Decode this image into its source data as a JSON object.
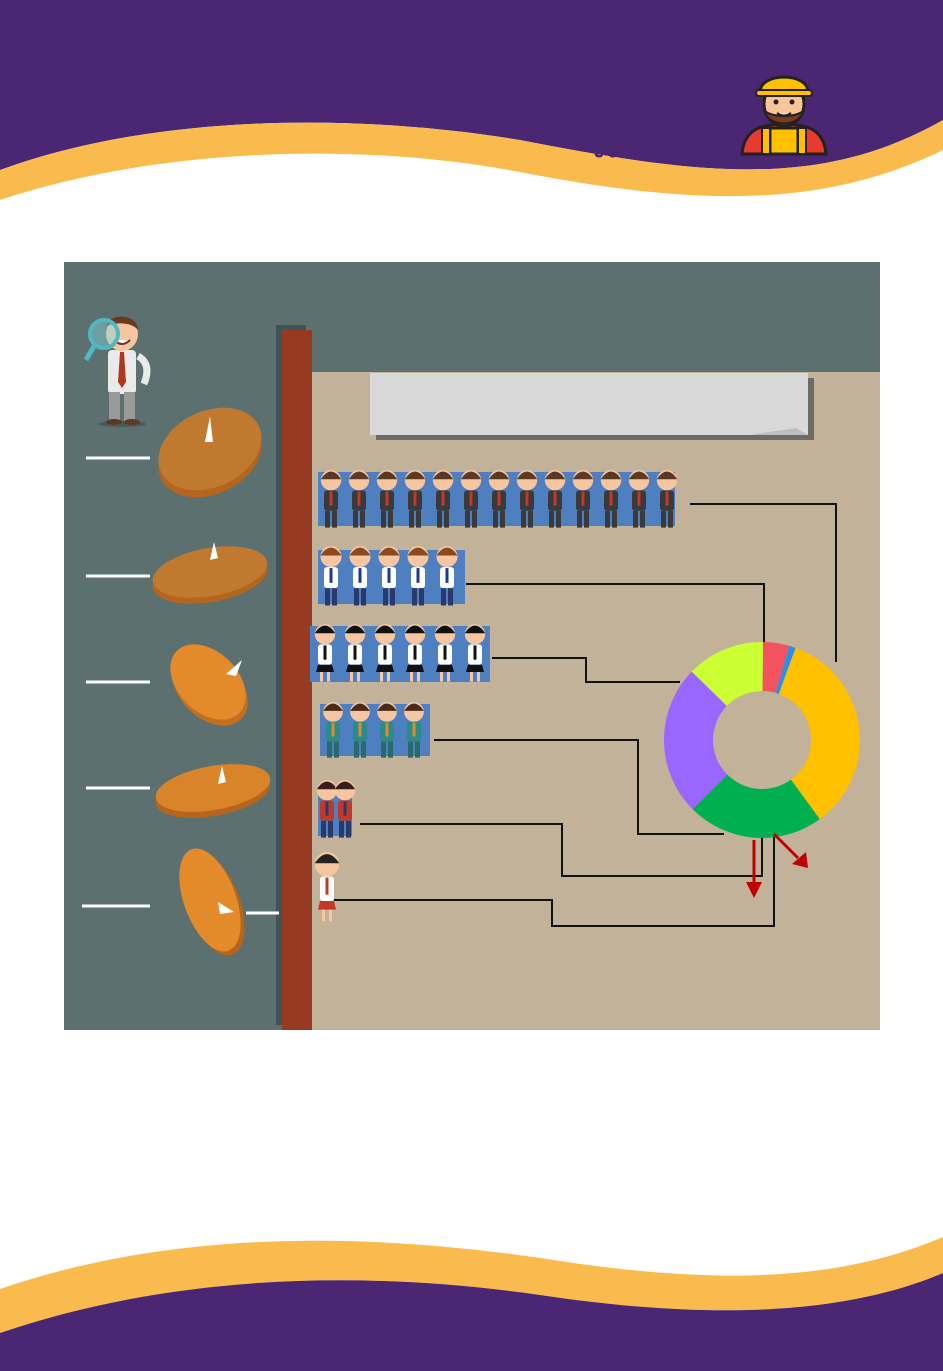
{
  "header": {
    "title": "แรงงาน",
    "icon": "construction-worker-icon",
    "colors": {
      "band": "#4b2672",
      "wave": "#f9bb4d"
    }
  },
  "panel": {
    "colors": {
      "background": "#5d7070",
      "area": "#c2b29a",
      "post": "#963a22",
      "note": "#d9d9d9"
    },
    "icons": [
      "businessman-magnifier-icon",
      "coin-icon",
      "adult-worker-icon",
      "university-male-student-icon",
      "university-female-student-icon",
      "high-school-student-icon",
      "elementary-student-icon",
      "kindergarten-student-icon"
    ],
    "groups": [
      {
        "icon": "adult-worker-icon",
        "count": 13
      },
      {
        "icon": "university-male-student-icon",
        "count": 5
      },
      {
        "icon": "university-female-student-icon",
        "count": 6
      },
      {
        "icon": "high-school-student-icon",
        "count": 4
      },
      {
        "icon": "elementary-student-icon",
        "count": 2
      },
      {
        "icon": "kindergarten-student-icon",
        "count": 1
      }
    ]
  },
  "chart_data": {
    "type": "donut",
    "series": [
      {
        "values": [
          32,
          21,
          23,
          12,
          4,
          1
        ]
      }
    ],
    "colors": [
      "#ffc000",
      "#00b050",
      "#9966ff",
      "#ccff33",
      "#f2535f",
      "#2f8fe8"
    ],
    "arrow_color": "#c00000"
  }
}
